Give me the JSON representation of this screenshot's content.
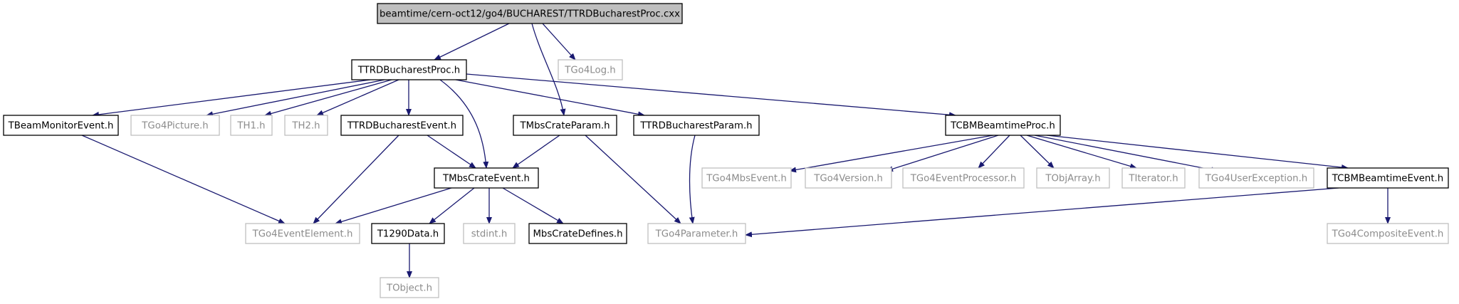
{
  "colors": {
    "edge": "#191970",
    "node_border_dark": "#000000",
    "node_border_gray": "#bfbfbf",
    "node_text_dark": "#000000",
    "node_text_gray": "#8c8c8c",
    "root_fill": "#bfbfbf"
  },
  "nodes": [
    {
      "id": "root",
      "label": "beamtime/cern-oct12/go4/BUCHAREST/TTRDBucharestProc.cxx",
      "style": "root"
    },
    {
      "id": "ttrdproc_h",
      "label": "TTRDBucharestProc.h",
      "style": "dark"
    },
    {
      "id": "tgo4log",
      "label": "TGo4Log.h",
      "style": "gray"
    },
    {
      "id": "tbeammon",
      "label": "TBeamMonitorEvent.h",
      "style": "dark"
    },
    {
      "id": "tgo4picture",
      "label": "TGo4Picture.h",
      "style": "gray"
    },
    {
      "id": "th1",
      "label": "TH1.h",
      "style": "gray"
    },
    {
      "id": "th2",
      "label": "TH2.h",
      "style": "gray"
    },
    {
      "id": "ttrdevent",
      "label": "TTRDBucharestEvent.h",
      "style": "dark"
    },
    {
      "id": "tmbsparam",
      "label": "TMbsCrateParam.h",
      "style": "dark"
    },
    {
      "id": "ttrdparam",
      "label": "TTRDBucharestParam.h",
      "style": "dark"
    },
    {
      "id": "tcbmproc",
      "label": "TCBMBeamtimeProc.h",
      "style": "dark"
    },
    {
      "id": "tmbsevent",
      "label": "TMbsCrateEvent.h",
      "style": "dark"
    },
    {
      "id": "tgo4evelem",
      "label": "TGo4EventElement.h",
      "style": "gray"
    },
    {
      "id": "t1290",
      "label": "T1290Data.h",
      "style": "dark"
    },
    {
      "id": "stdint",
      "label": "stdint.h",
      "style": "gray"
    },
    {
      "id": "mbsdefines",
      "label": "MbsCrateDefines.h",
      "style": "dark"
    },
    {
      "id": "tobject",
      "label": "TObject.h",
      "style": "gray"
    },
    {
      "id": "tgo4param",
      "label": "TGo4Parameter.h",
      "style": "gray"
    },
    {
      "id": "tgo4mbsevent",
      "label": "TGo4MbsEvent.h",
      "style": "gray"
    },
    {
      "id": "tgo4version",
      "label": "TGo4Version.h",
      "style": "gray"
    },
    {
      "id": "tgo4evproc",
      "label": "TGo4EventProcessor.h",
      "style": "gray"
    },
    {
      "id": "tobjarray",
      "label": "TObjArray.h",
      "style": "gray"
    },
    {
      "id": "titerator",
      "label": "TIterator.h",
      "style": "gray"
    },
    {
      "id": "tgo4userexc",
      "label": "TGo4UserException.h",
      "style": "gray"
    },
    {
      "id": "tcbmevent",
      "label": "TCBMBeamtimeEvent.h",
      "style": "dark"
    },
    {
      "id": "tgo4composite",
      "label": "TGo4CompositeEvent.h",
      "style": "gray"
    }
  ],
  "edges": [
    {
      "from": "root",
      "to": "ttrdproc_h"
    },
    {
      "from": "root",
      "to": "tmbsparam"
    },
    {
      "from": "root",
      "to": "tgo4log"
    },
    {
      "from": "ttrdproc_h",
      "to": "tbeammon"
    },
    {
      "from": "ttrdproc_h",
      "to": "tgo4picture"
    },
    {
      "from": "ttrdproc_h",
      "to": "th1"
    },
    {
      "from": "ttrdproc_h",
      "to": "th2"
    },
    {
      "from": "ttrdproc_h",
      "to": "ttrdevent"
    },
    {
      "from": "ttrdproc_h",
      "to": "tmbsevent"
    },
    {
      "from": "ttrdproc_h",
      "to": "ttrdparam"
    },
    {
      "from": "ttrdproc_h",
      "to": "tcbmproc"
    },
    {
      "from": "tbeammon",
      "to": "tgo4evelem"
    },
    {
      "from": "ttrdevent",
      "to": "tgo4evelem"
    },
    {
      "from": "ttrdevent",
      "to": "tmbsevent"
    },
    {
      "from": "tmbsparam",
      "to": "tmbsevent"
    },
    {
      "from": "tmbsparam",
      "to": "tgo4param"
    },
    {
      "from": "ttrdparam",
      "to": "tgo4param"
    },
    {
      "from": "tmbsevent",
      "to": "tgo4evelem"
    },
    {
      "from": "tmbsevent",
      "to": "t1290"
    },
    {
      "from": "tmbsevent",
      "to": "stdint"
    },
    {
      "from": "tmbsevent",
      "to": "mbsdefines"
    },
    {
      "from": "t1290",
      "to": "tobject"
    },
    {
      "from": "tcbmproc",
      "to": "tgo4mbsevent"
    },
    {
      "from": "tcbmproc",
      "to": "tgo4version"
    },
    {
      "from": "tcbmproc",
      "to": "tgo4evproc"
    },
    {
      "from": "tcbmproc",
      "to": "tobjarray"
    },
    {
      "from": "tcbmproc",
      "to": "titerator"
    },
    {
      "from": "tcbmproc",
      "to": "tgo4userexc"
    },
    {
      "from": "tcbmproc",
      "to": "tcbmevent"
    },
    {
      "from": "tcbmevent",
      "to": "tgo4param"
    },
    {
      "from": "tcbmevent",
      "to": "tgo4composite"
    }
  ]
}
